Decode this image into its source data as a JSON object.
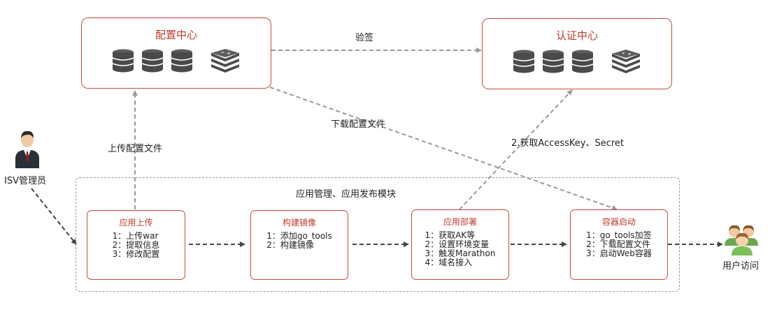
{
  "config_center": {
    "title": "配置中心",
    "icons": [
      "database-icon",
      "database-icon",
      "database-icon",
      "redis-icon"
    ]
  },
  "auth_center": {
    "title": "认证中心",
    "icons": [
      "database-icon",
      "database-icon",
      "database-icon",
      "redis-icon"
    ]
  },
  "edges": {
    "verify_signature": "验签",
    "upload_config": "上传配置文件",
    "download_config": "下载配置文件",
    "get_keys": "2.获取AccessKey、Secret"
  },
  "actors": {
    "isv_admin": {
      "label": "ISV管理员",
      "icon": "businessman-icon"
    },
    "user_access": {
      "label": "用户访问",
      "icon": "user-group-icon"
    }
  },
  "module_group": {
    "title": "应用管理、应用发布模块"
  },
  "modules": [
    {
      "title": "应用上传",
      "steps": [
        "1：上传war",
        "2：提取信息",
        "3：修改配置"
      ]
    },
    {
      "title": "构建镜像",
      "steps": [
        "1：添加go_tools",
        "2：构建镜像"
      ]
    },
    {
      "title": "应用部署",
      "steps": [
        "1：获取AK等",
        "2：设置环境变量",
        "3：触发Marathon",
        "4：域名接入"
      ]
    },
    {
      "title": "容器启动",
      "steps": [
        "1：go_tools加签",
        "2：下载配置文件",
        "3：启动Web容器"
      ]
    }
  ],
  "colors": {
    "accent": "#c0392b",
    "line": "#9a9a9a",
    "border": "#c84b3b"
  }
}
